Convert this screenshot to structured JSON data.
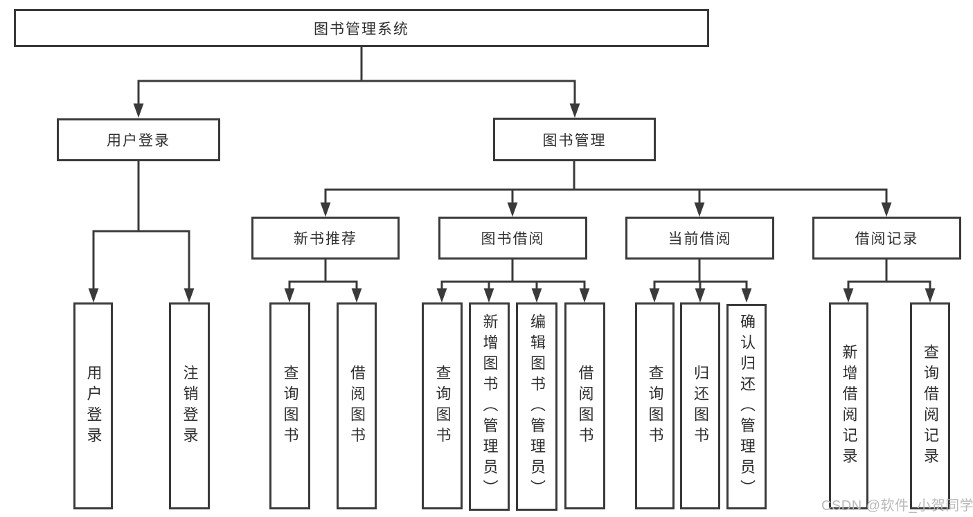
{
  "root": {
    "label": "图书管理系统"
  },
  "branches": [
    {
      "label": "用户登录",
      "children": [
        {
          "label": "用户登录"
        },
        {
          "label": "注销登录"
        }
      ]
    },
    {
      "label": "图书管理",
      "modules": [
        {
          "label": "新书推荐",
          "children": [
            {
              "label": "查询图书"
            },
            {
              "label": "借阅图书"
            }
          ]
        },
        {
          "label": "图书借阅",
          "children": [
            {
              "label": "查询图书"
            },
            {
              "label": "新增图书（管理员）"
            },
            {
              "label": "编辑图书（管理员）"
            },
            {
              "label": "借阅图书"
            }
          ]
        },
        {
          "label": "当前借阅",
          "children": [
            {
              "label": "查询图书"
            },
            {
              "label": "归还图书"
            },
            {
              "label": "确认归还（管理员）"
            }
          ]
        },
        {
          "label": "借阅记录",
          "children": [
            {
              "label": "新增借阅记录"
            },
            {
              "label": "查询借阅记录"
            }
          ]
        }
      ]
    }
  ],
  "watermark": {
    "text": "CSDN @软件_小贺同学"
  },
  "colors": {
    "line": "#3a3a3a",
    "text": "#2e2e2e",
    "watermark": "#b9b9b9",
    "background": "#ffffff"
  }
}
